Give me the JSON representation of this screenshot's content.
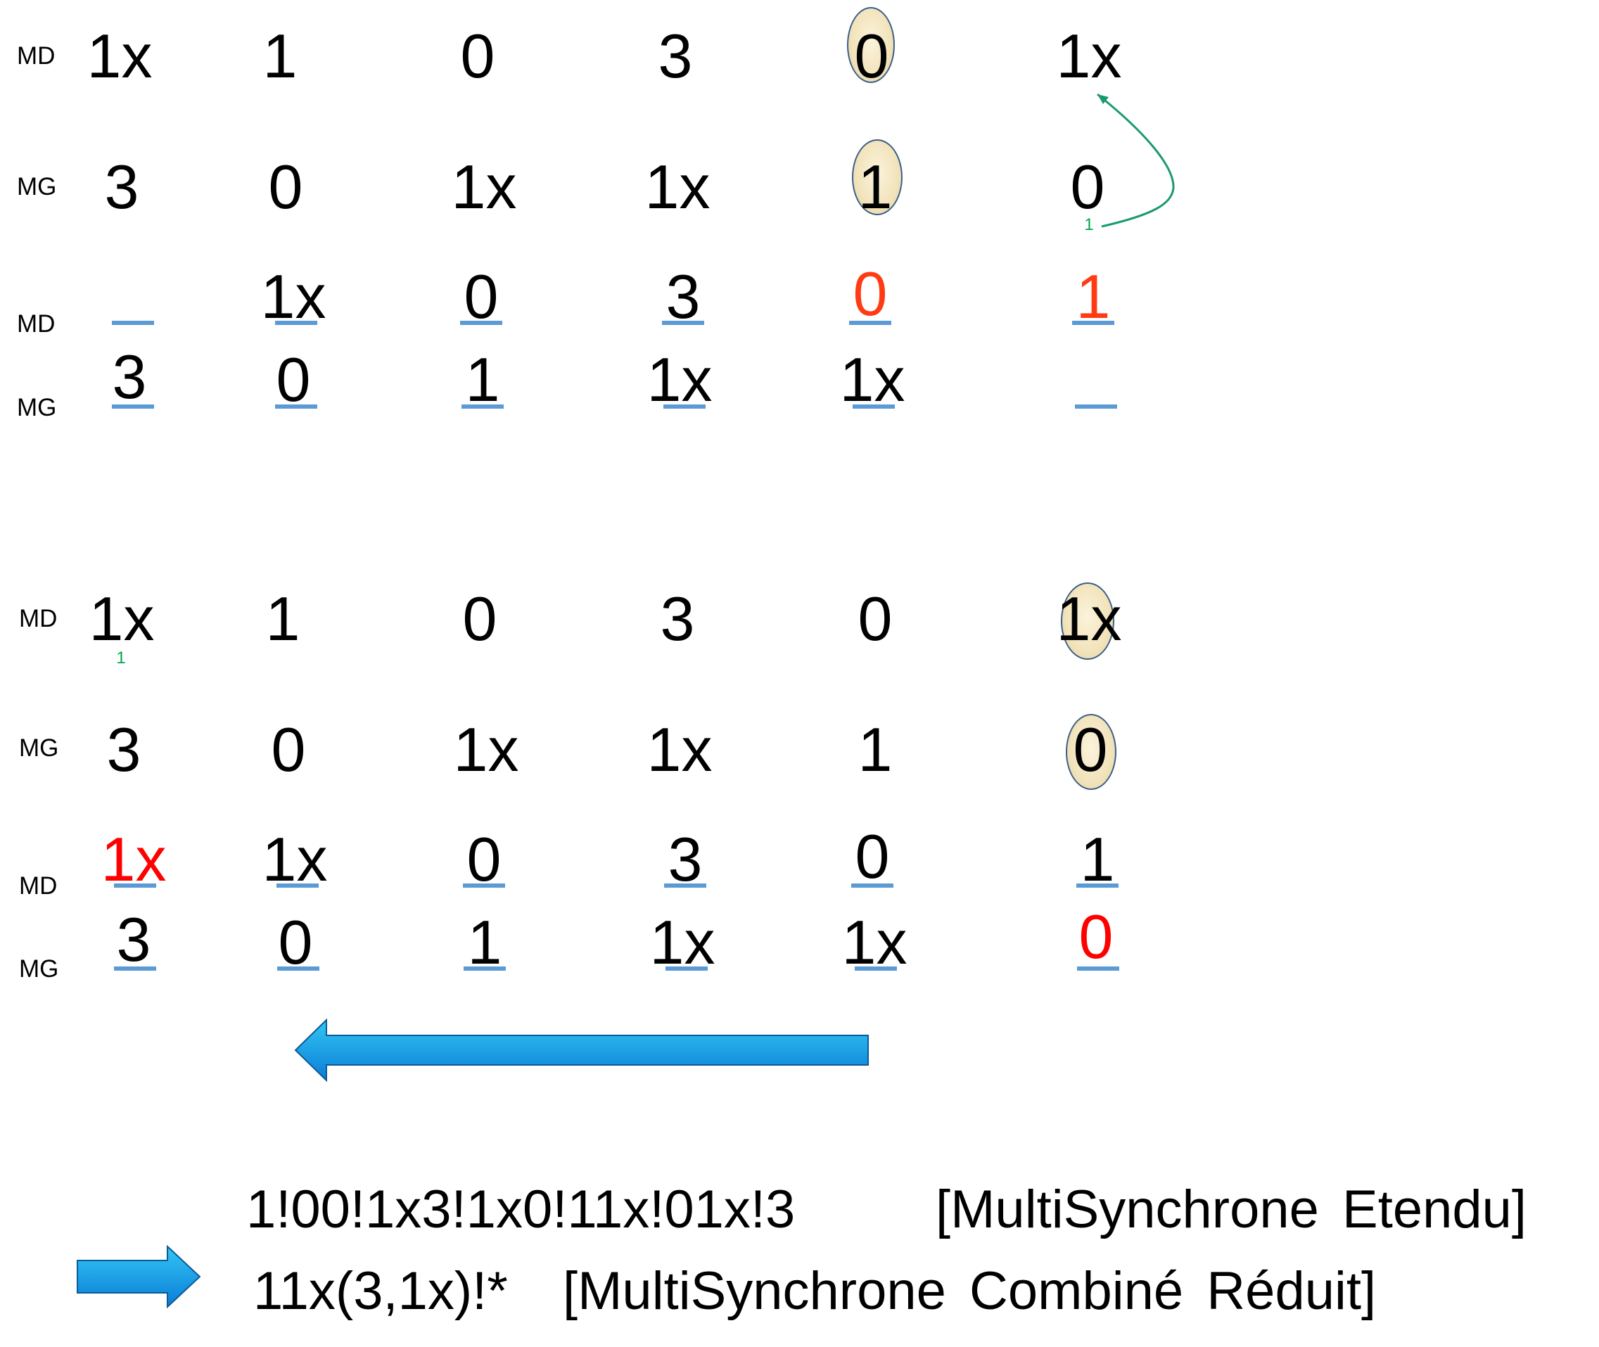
{
  "colors": {
    "red": "#ff0000",
    "orange_red": "#ff3b14",
    "underline": "#5b9bd5",
    "arrow_top": "#33c6f4",
    "arrow_bottom": "#0a7cd6",
    "green": "#00a550"
  },
  "section1": {
    "md_label": "MD",
    "mg_label": "MG",
    "md2_label": "MD",
    "mg2_label": "MG",
    "md_row": [
      "1x",
      "1",
      "0",
      "3",
      "0",
      "1x"
    ],
    "mg_row": [
      "3",
      "0",
      "1x",
      "1x",
      "1",
      "0"
    ],
    "md2_row": [
      "_",
      "1x",
      "0",
      "3",
      "0",
      "1"
    ],
    "mg2_row": [
      "3",
      "0",
      "1",
      "1x",
      "1x",
      "_"
    ],
    "carry_label": "1"
  },
  "section2": {
    "md_label": "MD",
    "mg_label": "MG",
    "md2_label": "MD",
    "mg2_label": "MG",
    "md_row": [
      "1x",
      "1",
      "0",
      "3",
      "0",
      "1x"
    ],
    "mg_row": [
      "3",
      "0",
      "1x",
      "1x",
      "1",
      "0"
    ],
    "md2_row": [
      "1x",
      "1x",
      "0",
      "3",
      "0",
      "1"
    ],
    "mg2_row": [
      "3",
      "0",
      "1",
      "1x",
      "1x",
      "0"
    ],
    "carry_label": "1"
  },
  "results": {
    "line1_code": "1!00!1x3!1x0!11x!01x!3",
    "line1_label": "[MultiSynchrone Etendu]",
    "line2_code": "11x(3,1x)!*",
    "line2_label": "[MultiSynchrone Combiné Réduit]"
  },
  "icons": {
    "left_arrow": "left-arrow-icon",
    "right_arrow": "right-arrow-icon",
    "curved_arrow": "curved-arrow-icon"
  }
}
